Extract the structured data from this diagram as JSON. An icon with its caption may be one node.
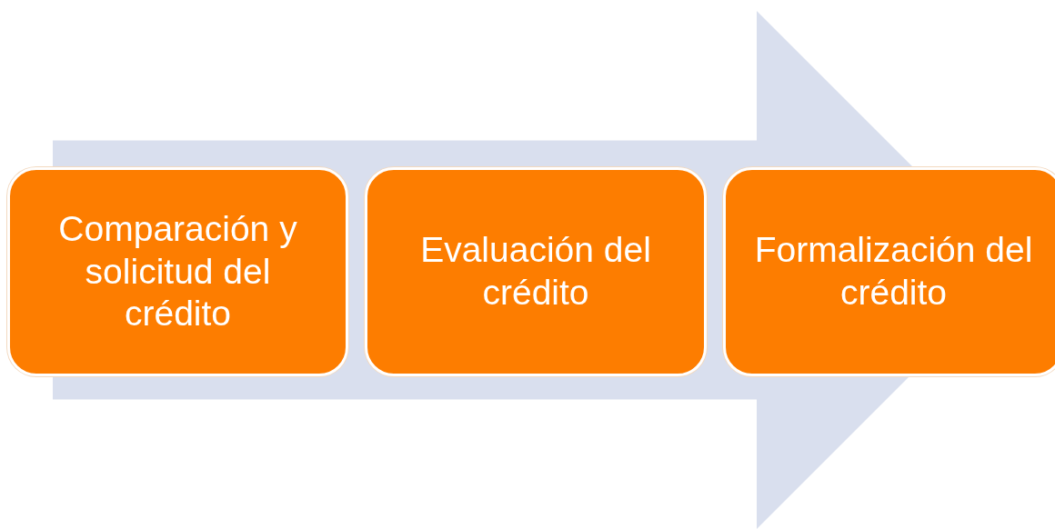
{
  "diagram": {
    "nodes": [
      {
        "text": [
          "Comparación y solicitud del crédito"
        ]
      },
      {
        "text": [
          "Evaluación del crédito"
        ]
      },
      {
        "text": [
          "Formalización del crédito"
        ]
      }
    ],
    "edges": [
      {
        "from": 0,
        "to": 2,
        "arrow": "to"
      }
    ]
  }
}
